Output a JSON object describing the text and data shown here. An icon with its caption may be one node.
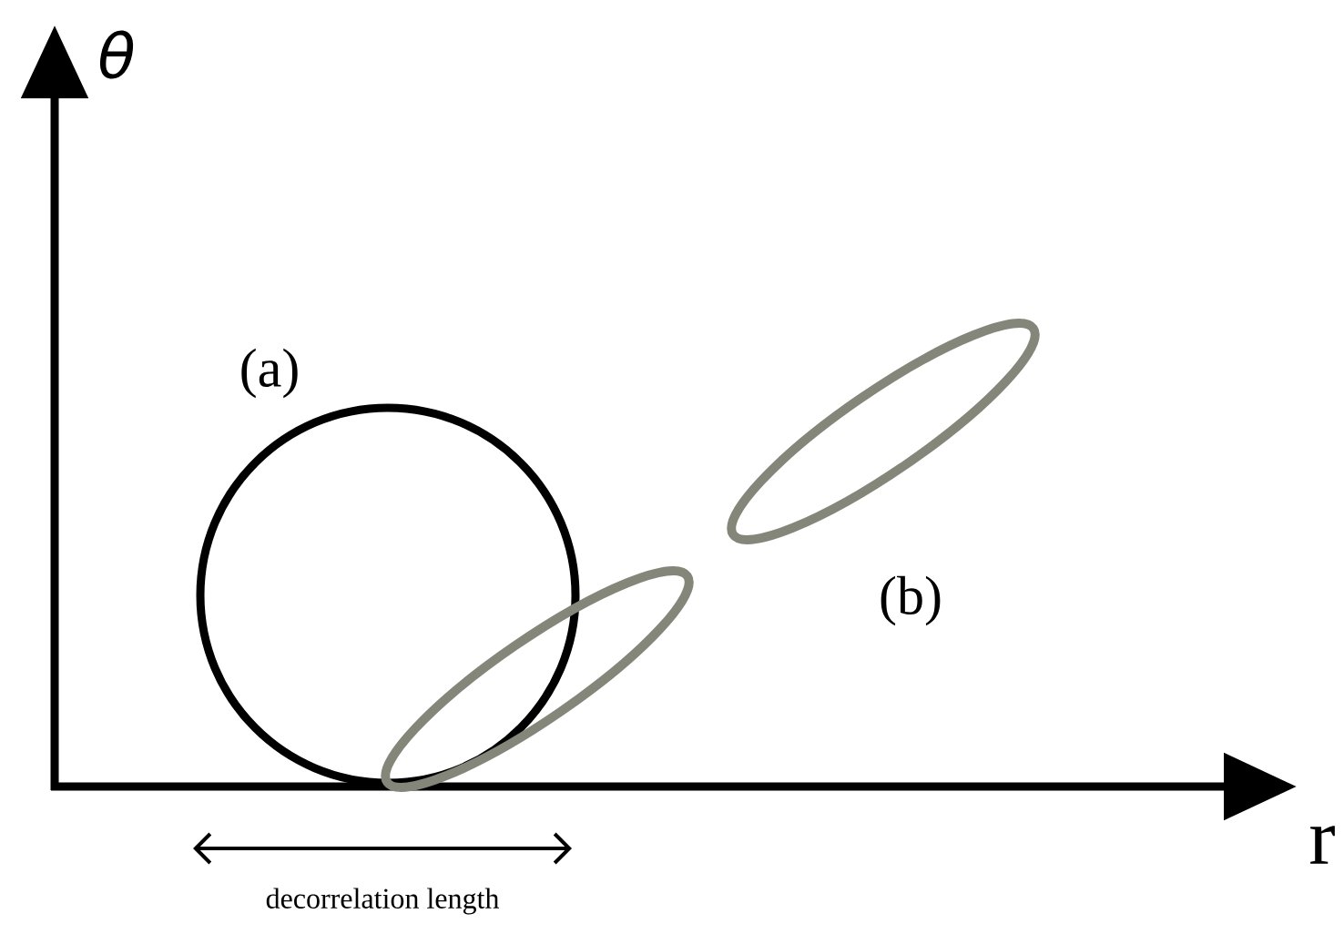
{
  "diagram": {
    "labels": [
      "θ",
      "(a)",
      "(b)",
      "r",
      "decorrelation length"
    ]
  }
}
